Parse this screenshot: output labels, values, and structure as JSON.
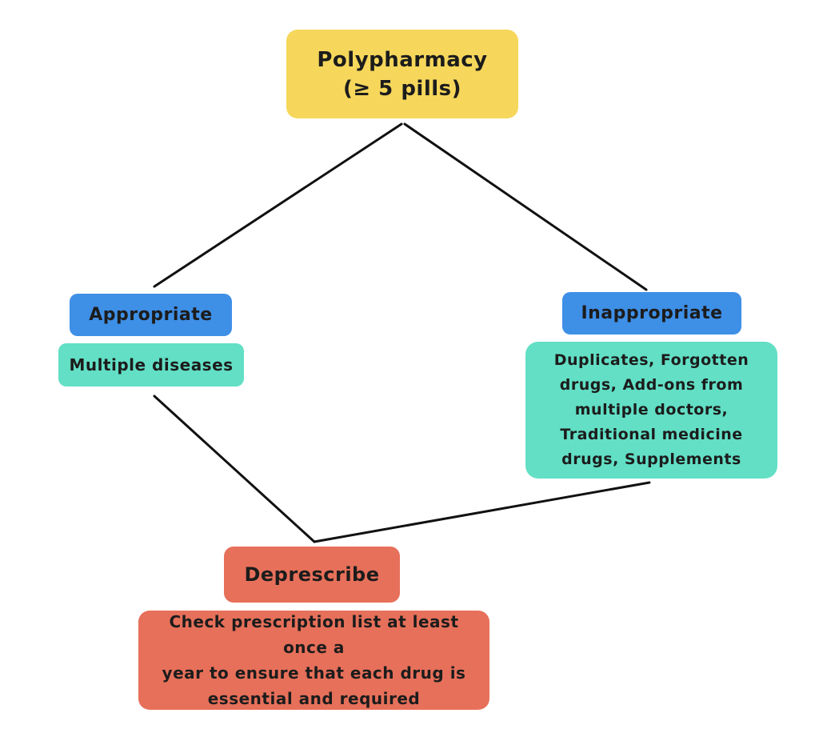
{
  "diagram": {
    "title": "Polypharmacy flowchart",
    "colors": {
      "root_fill": "#F6D75B",
      "category_fill": "#3E8FE6",
      "detail_fill": "#62DFC5",
      "action_fill": "#E7705A",
      "connector_stroke": "#111111",
      "text": "#1c1c1c",
      "background": "#ffffff"
    },
    "nodes": {
      "root": {
        "lines": [
          "Polypharmacy",
          "(≥ 5 pills)"
        ]
      },
      "appropriate": {
        "label": "Appropriate"
      },
      "appropriate_detail": {
        "label": "Multiple diseases"
      },
      "inappropriate": {
        "label": "Inappropriate"
      },
      "inappropriate_detail": {
        "lines": [
          "Duplicates, Forgotten",
          "drugs, Add-ons from",
          "multiple doctors,",
          "Traditional medicine",
          "drugs, Supplements"
        ]
      },
      "deprescribe": {
        "label": "Deprescribe"
      },
      "deprescribe_detail": {
        "lines": [
          "Check prescription list at least once a",
          "year to ensure that each drug is",
          "essential and required"
        ]
      }
    },
    "connectors": [
      {
        "name": "root-to-appropriate",
        "from": "root",
        "to": "appropriate"
      },
      {
        "name": "root-to-inappropriate",
        "from": "root",
        "to": "inappropriate"
      },
      {
        "name": "appropriate-to-deprescribe",
        "from": "appropriate_detail",
        "to": "deprescribe"
      },
      {
        "name": "inappropriate-to-deprescribe",
        "from": "inappropriate_detail",
        "to": "deprescribe"
      }
    ]
  }
}
